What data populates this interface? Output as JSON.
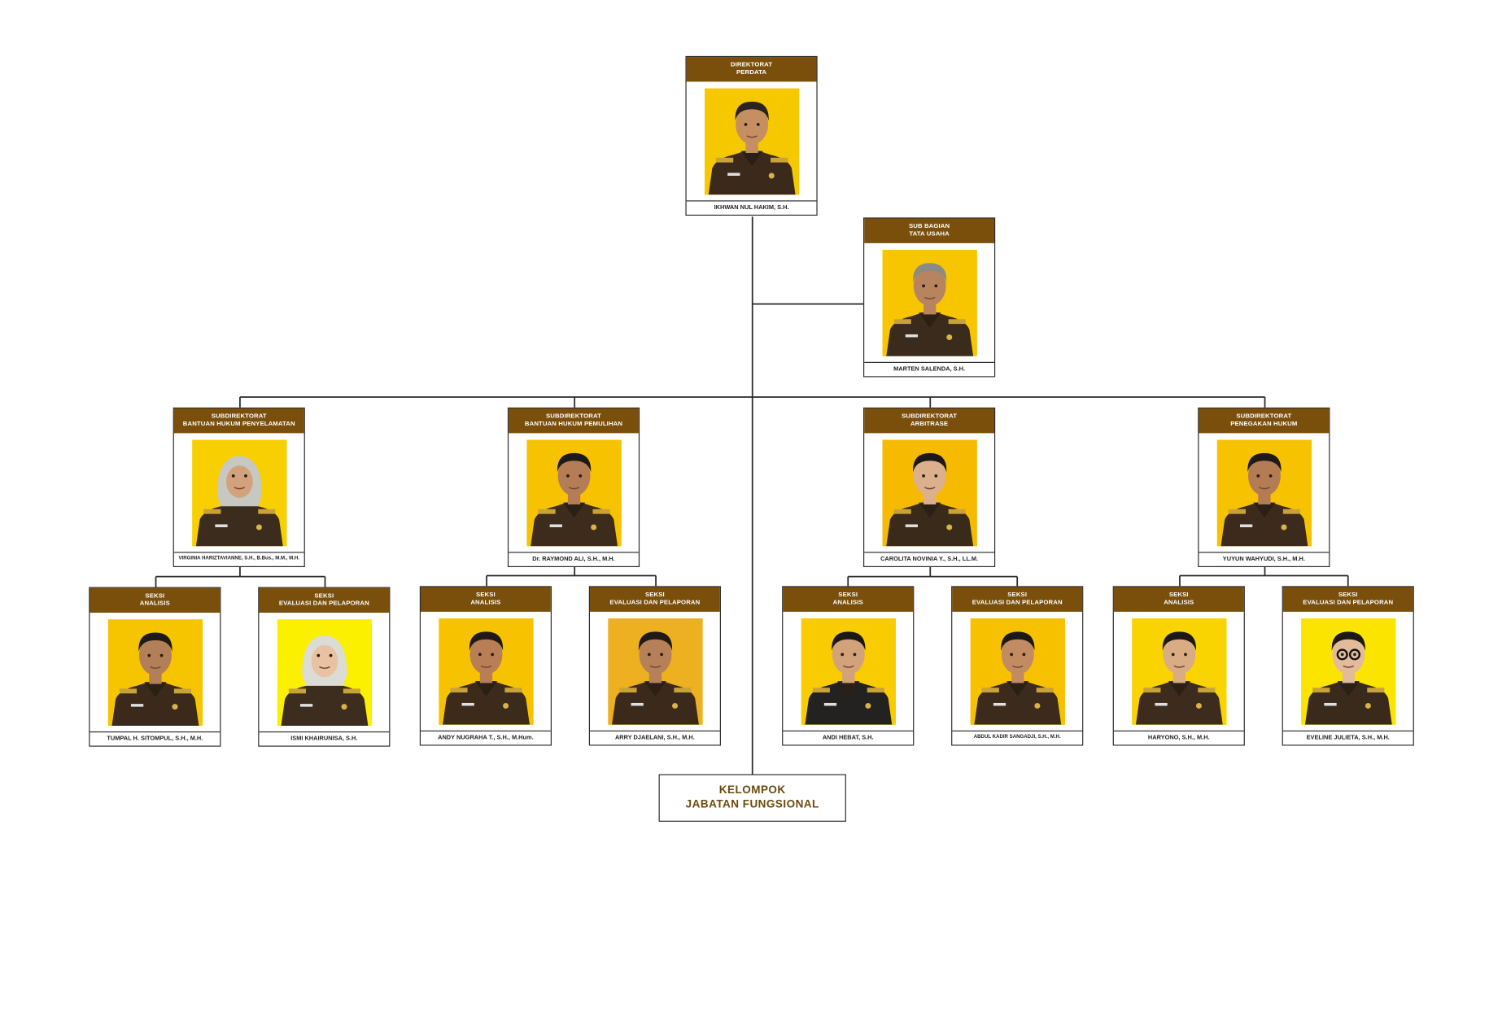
{
  "units": [
    {
      "id": "dir",
      "lines": [
        "DIREKTORAT",
        "PERDATA"
      ],
      "name": "IKHWAN NUL HAKIM, S.H.",
      "photo": {
        "bg": "#f6c800",
        "uniform": "#3b2a1c",
        "skin": "#c68f62",
        "hair": "#2a2420"
      }
    },
    {
      "id": "tu",
      "lines": [
        "SUB BAGIAN",
        "TATA USAHA"
      ],
      "name": "MARTEN SALENDA, S.H.",
      "photo": {
        "bg": "#f7c600",
        "uniform": "#3a2b1d",
        "skin": "#b88460",
        "hair": "#8a8a86"
      }
    },
    {
      "id": "s1",
      "lines": [
        "SUBDIREKTORAT",
        "BANTUAN HUKUM PENYELAMATAN"
      ],
      "name": "VIRGINIA HARIZTAVIANNE, S.H., B.Bus., M.M., M.H.",
      "small": true,
      "photo": {
        "bg": "#f8cf00",
        "uniform": "#3b2c1d",
        "skin": "#d2a27c",
        "hair": "#c8c8c2",
        "hijab": true
      }
    },
    {
      "id": "s2",
      "lines": [
        "SUBDIREKTORAT",
        "BANTUAN HUKUM PEMULIHAN"
      ],
      "name": "Dr. RAYMOND ALI, S.H., M.H.",
      "photo": {
        "bg": "#f7c200",
        "uniform": "#3d2b1b",
        "skin": "#b57d55",
        "hair": "#1e1a18"
      }
    },
    {
      "id": "s3",
      "lines": [
        "SUBDIREKTORAT",
        "ARBITRASE"
      ],
      "name": "CAROLITA NOVINIA Y., S.H., LL.M.",
      "photo": {
        "bg": "#f6bb00",
        "uniform": "#3a2a1a",
        "skin": "#dcb08c",
        "hair": "#1c1818"
      }
    },
    {
      "id": "s4",
      "lines": [
        "SUBDIREKTORAT",
        "PENEGAKAN HUKUM"
      ],
      "name": "YUYUN WAHYUDI, S.H., M.H.",
      "photo": {
        "bg": "#f7c300",
        "uniform": "#3c2b1c",
        "skin": "#b37c55",
        "hair": "#1f1a17"
      }
    },
    {
      "id": "a1",
      "lines": [
        "SEKSI",
        "ANALISIS"
      ],
      "name": "TUMPAL H. SITOMPUL, S.H., M.H.",
      "photo": {
        "bg": "#f6c500",
        "uniform": "#3b2a1b",
        "skin": "#b27f58",
        "hair": "#1e1a17"
      }
    },
    {
      "id": "e1",
      "lines": [
        "SEKSI",
        "EVALUASI DAN PELAPORAN"
      ],
      "name": "ISMI KHAIRUNISA, S.H.",
      "photo": {
        "bg": "#fbf000",
        "uniform": "#3d2d1e",
        "skin": "#e8c2a2",
        "hair": "#dcdcd6",
        "hijab": true
      }
    },
    {
      "id": "a2",
      "lines": [
        "SEKSI",
        "ANALISIS"
      ],
      "name": "ANDY NUGRAHA T., S.H., M.Hum.",
      "photo": {
        "bg": "#f7c300",
        "uniform": "#3c2a1b",
        "skin": "#b87e55",
        "hair": "#1f1a17"
      }
    },
    {
      "id": "e2",
      "lines": [
        "SEKSI",
        "EVALUASI DAN PELAPORAN"
      ],
      "name": "ARRY DJAELANI, S.H., M.H.",
      "photo": {
        "bg": "#ecb020",
        "uniform": "#3b2a1b",
        "skin": "#b68058",
        "hair": "#1f1a17"
      }
    },
    {
      "id": "a3",
      "lines": [
        "SEKSI",
        "ANALISIS"
      ],
      "name": "ANDI HEBAT, S.H.",
      "photo": {
        "bg": "#f8cc00",
        "uniform": "#232220",
        "skin": "#d2a27a",
        "hair": "#1c1816"
      }
    },
    {
      "id": "e3",
      "lines": [
        "SEKSI",
        "EVALUASI DAN PELAPORAN"
      ],
      "name": "ABDUL KADIR SANGADJI, S.H., M.H.",
      "small": true,
      "photo": {
        "bg": "#f7c100",
        "uniform": "#3c2b1c",
        "skin": "#c28b62",
        "hair": "#1c1816"
      }
    },
    {
      "id": "a4",
      "lines": [
        "SEKSI",
        "ANALISIS"
      ],
      "name": "HARYONO, S.H., M.H.",
      "photo": {
        "bg": "#fad400",
        "uniform": "#3d2c1d",
        "skin": "#d9ac84",
        "hair": "#1c1816"
      }
    },
    {
      "id": "e4",
      "lines": [
        "SEKSI",
        "EVALUASI DAN PELAPORAN"
      ],
      "name": "EVELINE JULIETA, S.H., M.H.",
      "photo": {
        "bg": "#fbe400",
        "uniform": "#3a2a1c",
        "skin": "#e2bc9a",
        "hair": "#1c1816",
        "glasses": true
      }
    }
  ],
  "functional": {
    "lines": [
      "KELOMPOK",
      "JABATAN FUNGSIONAL"
    ]
  },
  "colors": {
    "header": "#7a4f0c",
    "line": "#2a2a2a",
    "functional_text": "#6b4a0e"
  }
}
